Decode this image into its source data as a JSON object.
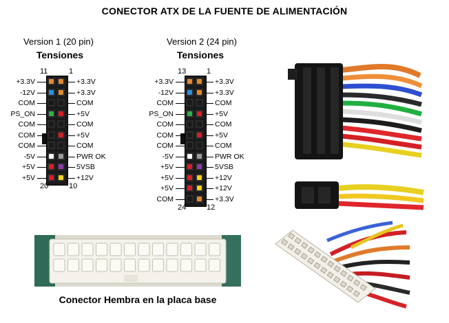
{
  "title": "CONECTOR ATX DE LA FUENTE DE ALIMENTACIÓN",
  "v1": {
    "version": "Version 1 (20 pin)",
    "subtitle": "Tensiones",
    "pin_top_left": "11",
    "pin_top_right": "1",
    "pin_bottom_left": "20",
    "pin_bottom_right": "10",
    "rows": [
      {
        "left": "+3.3V",
        "right": "+3.3V",
        "lc": "#e08a2e",
        "rc": "#e08a2e"
      },
      {
        "left": "-12V",
        "right": "+3.3V",
        "lc": "#2f8fe0",
        "rc": "#e08a2e"
      },
      {
        "left": "COM",
        "right": "COM",
        "lc": "#1a1a1a",
        "rc": "#1a1a1a"
      },
      {
        "left": "PS_ON",
        "right": "+5V",
        "lc": "#2fb04a",
        "rc": "#d81f26"
      },
      {
        "left": "COM",
        "right": "COM",
        "lc": "#1a1a1a",
        "rc": "#1a1a1a"
      },
      {
        "left": "COM",
        "right": "+5V",
        "lc": "#1a1a1a",
        "rc": "#d81f26"
      },
      {
        "left": "COM",
        "right": "COM",
        "lc": "#1a1a1a",
        "rc": "#1a1a1a"
      },
      {
        "left": "-5V",
        "right": "PWR OK",
        "lc": "#ffffff",
        "rc": "#9a9a9a"
      },
      {
        "left": "+5V",
        "right": "5VSB",
        "lc": "#d81f26",
        "rc": "#8b3aa8"
      },
      {
        "left": "+5V",
        "right": "+12V",
        "lc": "#d81f26",
        "rc": "#f2d21a"
      }
    ]
  },
  "v2": {
    "version": "Version 2 (24 pin)",
    "subtitle": "Tensiones",
    "pin_top_left": "13",
    "pin_top_right": "1",
    "pin_bottom_left": "24",
    "pin_bottom_right": "12",
    "rows": [
      {
        "left": "+3.3V",
        "right": "+3.3V",
        "lc": "#e08a2e",
        "rc": "#e08a2e"
      },
      {
        "left": "-12V",
        "right": "+3.3V",
        "lc": "#2f8fe0",
        "rc": "#e08a2e"
      },
      {
        "left": "COM",
        "right": "COM",
        "lc": "#1a1a1a",
        "rc": "#1a1a1a"
      },
      {
        "left": "PS_ON",
        "right": "+5V",
        "lc": "#2fb04a",
        "rc": "#d81f26"
      },
      {
        "left": "COM",
        "right": "COM",
        "lc": "#1a1a1a",
        "rc": "#1a1a1a"
      },
      {
        "left": "COM",
        "right": "+5V",
        "lc": "#1a1a1a",
        "rc": "#d81f26"
      },
      {
        "left": "COM",
        "right": "COM",
        "lc": "#1a1a1a",
        "rc": "#1a1a1a"
      },
      {
        "left": "-5V",
        "right": "PWR OK",
        "lc": "#ffffff",
        "rc": "#9a9a9a"
      },
      {
        "left": "+5V",
        "right": "5VSB",
        "lc": "#d81f26",
        "rc": "#8b3aa8"
      },
      {
        "left": "+5V",
        "right": "+12V",
        "lc": "#d81f26",
        "rc": "#f2d21a"
      },
      {
        "left": "+5V",
        "right": "+12V",
        "lc": "#d81f26",
        "rc": "#f2d21a"
      },
      {
        "left": "COM",
        "right": "+3.3V",
        "lc": "#1a1a1a",
        "rc": "#e08a2e"
      }
    ]
  },
  "caption": "Conector Hembra en la placa base"
}
